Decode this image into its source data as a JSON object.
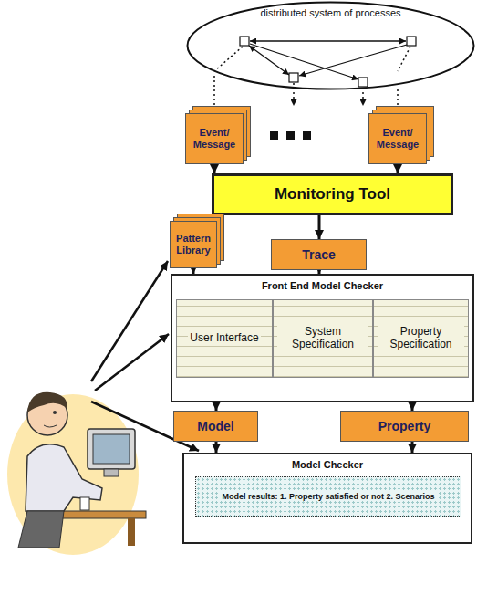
{
  "diagram": {
    "nodes": [
      {
        "text": [
          "distributed system of processes"
        ]
      },
      {
        "text": [
          "Event/ Message"
        ]
      },
      {
        "text": [
          "Event/ Message"
        ]
      },
      {
        "text": [
          "Monitoring Tool"
        ]
      },
      {
        "text": [
          "Pattern Library"
        ]
      },
      {
        "text": [
          "Trace"
        ]
      },
      {
        "text": [
          "Front End Model Checker"
        ]
      },
      {
        "text": [
          "User Interface"
        ],
        "in": 6
      },
      {
        "text": [
          "System Specification"
        ],
        "in": 6
      },
      {
        "text": [
          "Property Specification"
        ],
        "in": 6
      },
      {
        "text": [
          "Model"
        ]
      },
      {
        "text": [
          "Property"
        ]
      },
      {
        "text": [
          "Model Checker"
        ]
      },
      {
        "text": [
          "Model results: 1. Property satisfied or not 2. Scenarios"
        ],
        "in": 12
      }
    ],
    "edges": [
      {
        "from": 0,
        "to": 1,
        "arrow": "to"
      },
      {
        "from": 0,
        "to": 2,
        "arrow": "to"
      },
      {
        "from": 1,
        "to": 3,
        "arrow": "to"
      },
      {
        "from": 2,
        "to": 3,
        "arrow": "to"
      },
      {
        "from": 3,
        "to": 5,
        "arrow": "to"
      },
      {
        "from": 5,
        "to": 6,
        "arrow": "to"
      },
      {
        "from": 4,
        "to": 6,
        "arrow": "to"
      },
      {
        "from": 6,
        "to": 10,
        "arrow": "to"
      },
      {
        "from": 6,
        "to": 11,
        "arrow": "to"
      },
      {
        "from": 10,
        "to": 12,
        "arrow": "to"
      },
      {
        "from": 11,
        "to": 12,
        "arrow": "to"
      }
    ]
  }
}
